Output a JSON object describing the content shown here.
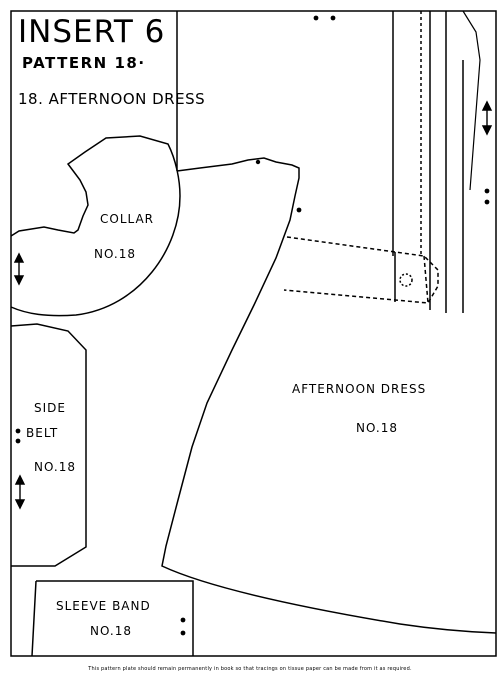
{
  "header": {
    "insert": "INSERT 6",
    "pattern": "PATTERN 18·",
    "name": "18. AFTERNOON DRESS"
  },
  "pieces": {
    "collar": {
      "name": "COLLAR",
      "number": "NO.18"
    },
    "side_belt": {
      "line1": "SIDE",
      "line2": "BELT",
      "number": "NO.18"
    },
    "afternoon_dress": {
      "name": "AFTERNOON DRESS",
      "number": "NO.18"
    },
    "sleeve_band": {
      "name": "SLEEVE BAND",
      "number": "NO.18"
    }
  },
  "footer": {
    "note": "This pattern plate should remain permanently in book so that tracings on tissue paper can be made from it as required."
  },
  "icons": [
    "grain-arrow-icon",
    "notch-dots-icon",
    "button-mark-icon"
  ]
}
